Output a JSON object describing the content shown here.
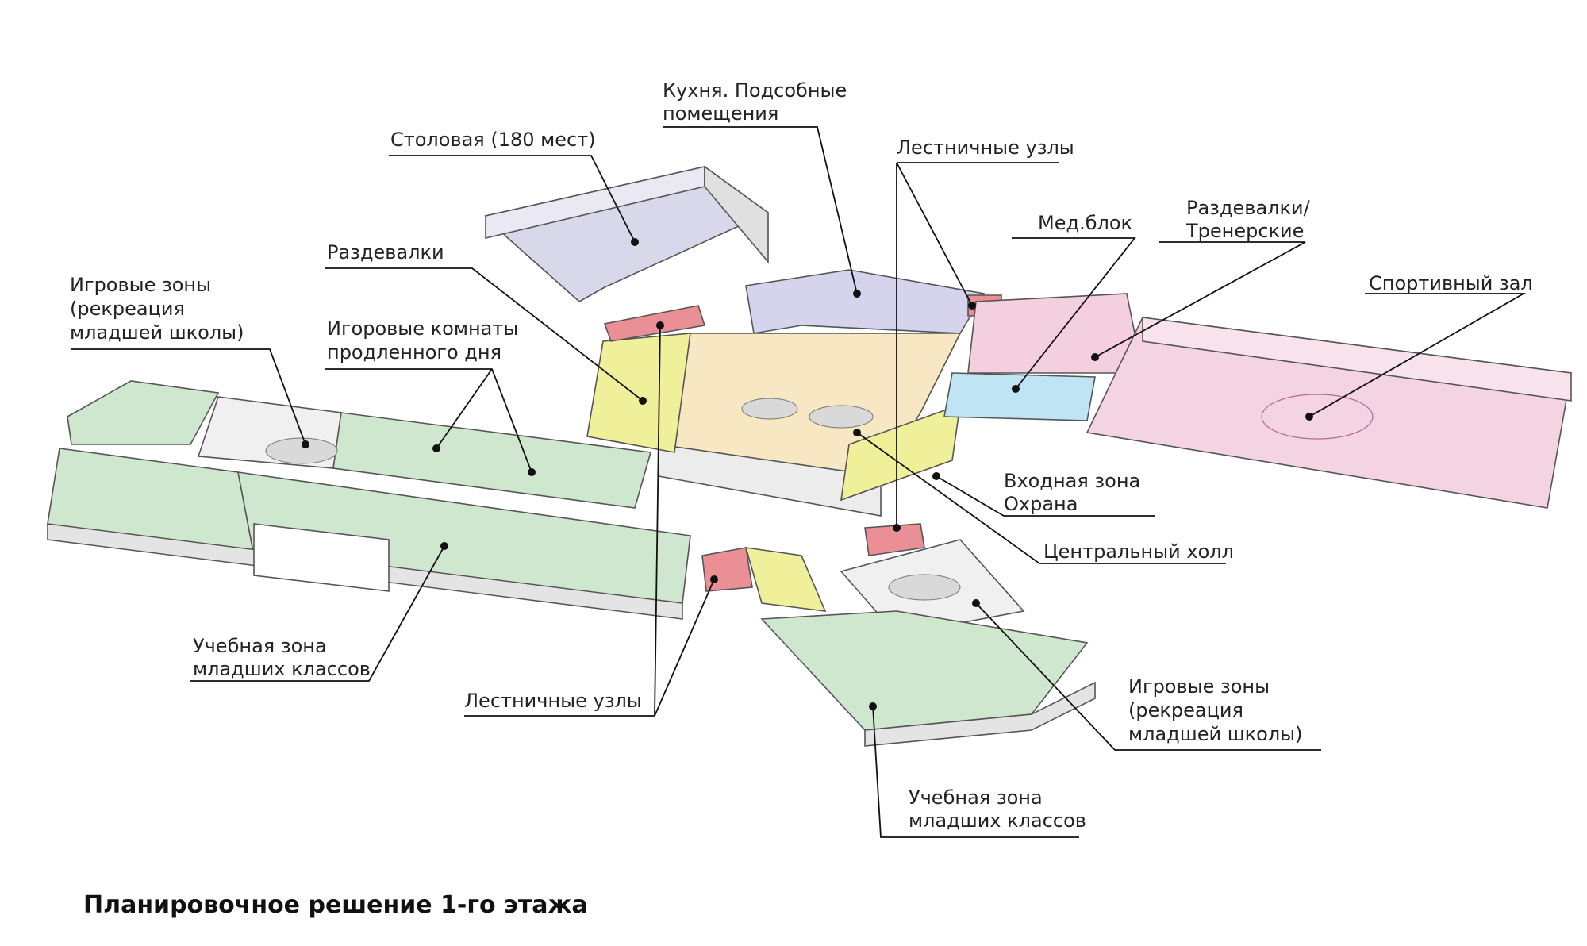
{
  "title": "Планировочное решение 1-го этажа",
  "zone_colors": {
    "dining": "#d9d7ea",
    "kitchen": "#d6d3ec",
    "hall": "#f7e7c2",
    "stairs": "#f1f09a",
    "medical": "#f3cfe0",
    "locker_blue": "#bfe4f4",
    "sports": "#f4d3e3",
    "classrooms": "#cfe6cf",
    "red_stair": "#e98f95",
    "walls": "#f0f0f0"
  },
  "labels": {
    "canteen": "Столовая (180 мест)",
    "kitchen_l1": "Кухня. Подсобные",
    "kitchen_l2": "помещения",
    "stair_nodes_top": "Лестничные узлы",
    "lockers": "Раздевалки",
    "med_block": "Мед.блок",
    "lockers_coach_l1": "Раздевалки/",
    "lockers_coach_l2": "Тренерские",
    "sports_hall": "Спортивный зал",
    "play_zones_left_l1": "Игровые  зоны",
    "play_zones_left_l2": "(рекреация",
    "play_zones_left_l3": "младшей школы)",
    "play_rooms_l1": "Игоровые комнаты",
    "play_rooms_l2": "продленного дня",
    "entrance_l1": "Входная зона",
    "entrance_l2": "Охрана",
    "central_hall": "Центральный холл",
    "study_left_l1": "Учебная зона",
    "study_left_l2": "младших классов",
    "stair_nodes_bottom": "Лестничные узлы",
    "play_zones_right_l1": "Игровые зоны",
    "play_zones_right_l2": "(рекреация",
    "play_zones_right_l3": "младшей школы)",
    "study_right_l1": "Учебная зона",
    "study_right_l2": "младших классов"
  }
}
